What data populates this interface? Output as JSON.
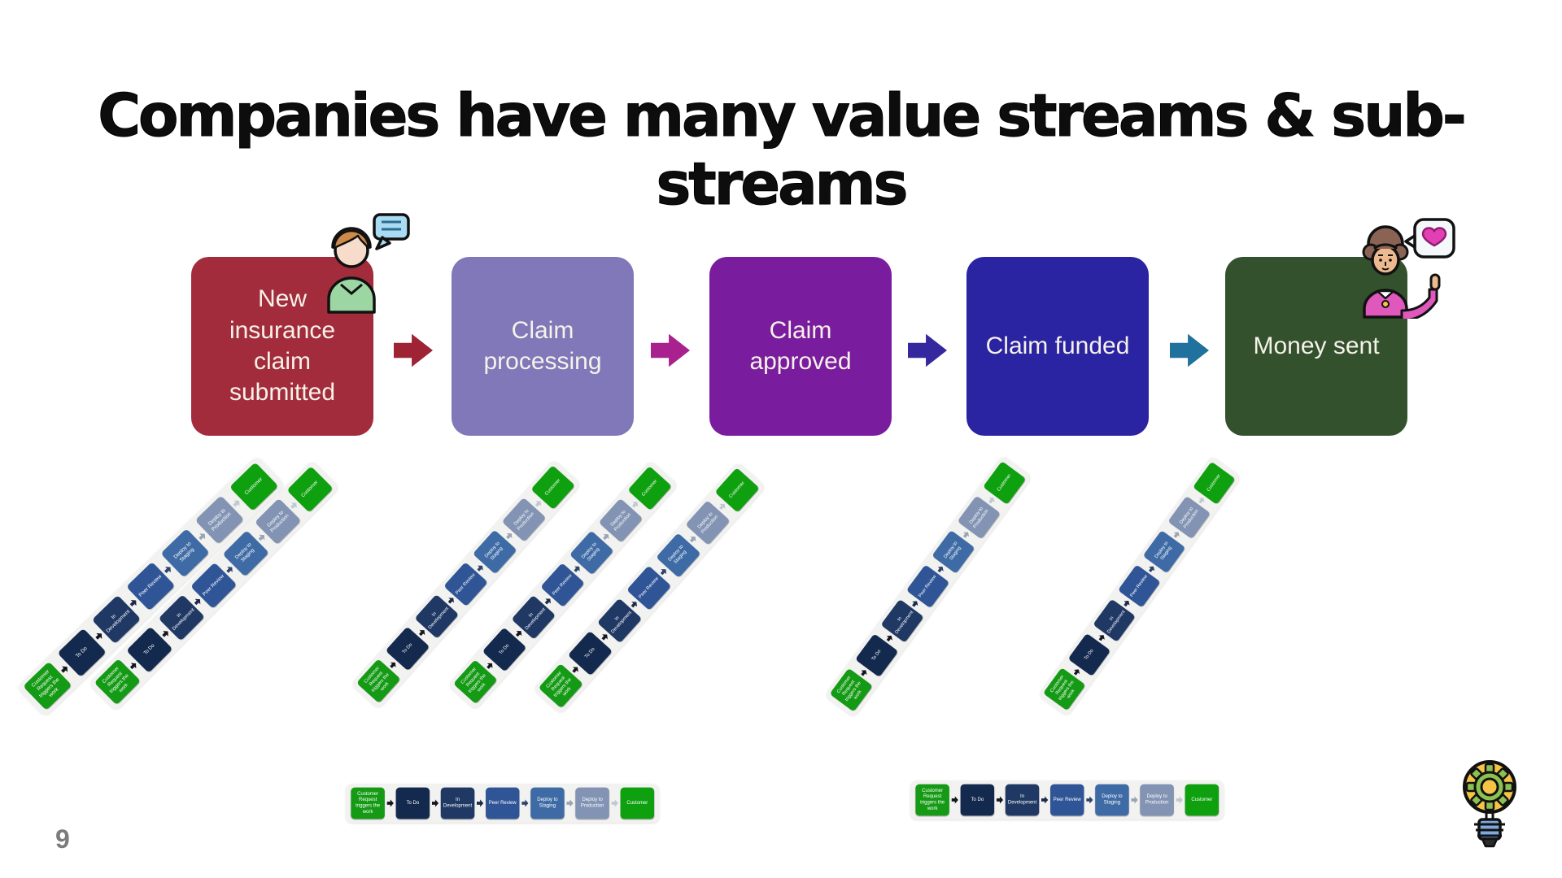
{
  "slide": {
    "title": "Companies have many value streams & sub-streams",
    "page_number": "9"
  },
  "main_flow": {
    "stages": [
      {
        "label": "New insurance claim submitted",
        "color": "#A22C3C"
      },
      {
        "label": "Claim processing",
        "color": "#8078B8"
      },
      {
        "label": "Claim approved",
        "color": "#7A1C9E"
      },
      {
        "label": "Claim funded",
        "color": "#2A23A2"
      },
      {
        "label": "Money sent",
        "color": "#34512E"
      }
    ],
    "arrows": [
      {
        "color": "#9E2335"
      },
      {
        "color": "#A8218F"
      },
      {
        "color": "#35289E"
      },
      {
        "color": "#20719E"
      }
    ]
  },
  "substream": {
    "stages": [
      {
        "label": "Customer Request triggers the work",
        "color": "#149A14"
      },
      {
        "label": "To Do",
        "color": "#14294E"
      },
      {
        "label": "In Development",
        "color": "#1F3864"
      },
      {
        "label": "Peer Review",
        "color": "#2F5597"
      },
      {
        "label": "Deploy to Staging",
        "color": "#3E6BA5"
      },
      {
        "label": "Deploy to Production",
        "color": "#8293B3"
      },
      {
        "label": "Customer",
        "color": "#0EA00E"
      }
    ],
    "arrow_colors": [
      "#15151f",
      "#15151f",
      "#1c2b45",
      "#2f4569",
      "#9aa4b2",
      "#c2c8d2"
    ]
  },
  "icons": {
    "claimant": "person-with-speech-bubble",
    "happy_customer": "person-with-heart-bubble",
    "idea": "lightbulb-with-gear"
  }
}
